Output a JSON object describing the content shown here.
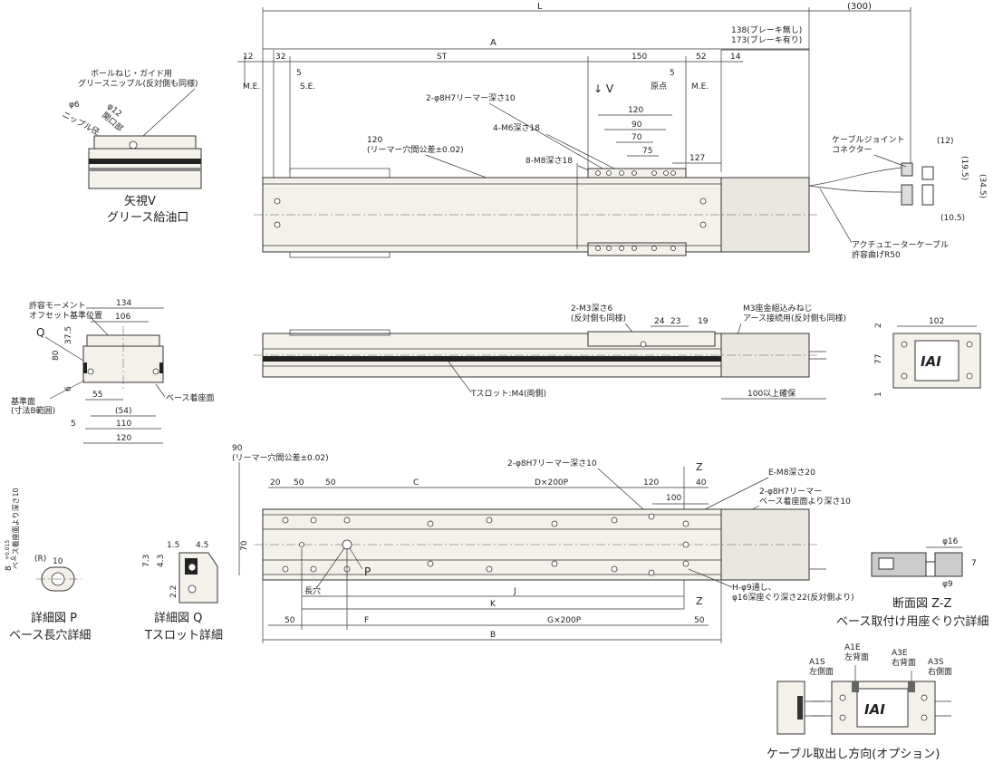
{
  "top_view": {
    "dims": {
      "L": "L",
      "A": "A",
      "d300": "(300)",
      "d12": "12",
      "d32": "32",
      "ST": "ST",
      "d150": "150",
      "d52": "52",
      "d14": "14",
      "d5a": "5",
      "d5b": "5",
      "brake1": "138(ブレーキ無し)",
      "brake2": "173(ブレーキ有り)",
      "me1": "M.E.",
      "se": "S.E.",
      "home": "原点",
      "me2": "M.E.",
      "d120": "120",
      "d90": "90",
      "d70": "70",
      "d75": "75",
      "d127": "127",
      "arrow_v": "↓ V"
    },
    "callouts": {
      "reamer": "2-φ8H7リーマー深さ10",
      "m6": "4-M6深さ18",
      "m8": "8-M8深さ18",
      "d120a": "120",
      "tol": "(リーマー穴間公差±0.02)"
    },
    "cable": {
      "joint1": "ケーブルジョイント",
      "joint2": "コネクター",
      "d12": "(12)",
      "d195": "(19.5)",
      "d345": "(34.5)",
      "d105": "(10.5)",
      "act1": "アクチュエーターケーブル",
      "act2": "許容曲げR50"
    }
  },
  "view_v": {
    "grease1": "ボールねじ・ガイド用",
    "grease2": "グリースニップル(反対側も同様)",
    "phi6": "φ6",
    "nipple": "ニップル径",
    "phi12": "φ12",
    "opening": "開口部",
    "title1": "矢視V",
    "title2": "グリース給油口"
  },
  "end_view": {
    "moment1": "許容モーメント",
    "moment2": "オフセット基準位置",
    "d134": "134",
    "d106": "106",
    "q": "Q",
    "d375": "37.5",
    "d80": "80",
    "d6": "6",
    "ref1": "基準面",
    "ref2": "(寸法B範囲)",
    "d55": "55",
    "d54": "(54)",
    "d5": "5",
    "d110": "110",
    "d120": "120",
    "base": "ベース着座面"
  },
  "side_view": {
    "m3a": "2-M3深さ6",
    "m3b": "(反対側も同様)",
    "d24": "24",
    "d23": "23",
    "d19": "19",
    "gnd1": "M3座金組込みねじ",
    "gnd2": "アース接続用(反対側も同様)",
    "tslot": "Tスロット:M4(両側)",
    "clear": "100以上確保"
  },
  "right_end": {
    "d102": "102",
    "d2": "2",
    "d77": "77",
    "d1": "1",
    "logo": "IAI"
  },
  "bottom_view": {
    "d90": "90",
    "tol": "(リーマー穴間公差±0.02)",
    "reamer": "2-φ8H7リーマー深さ10",
    "z1": "Z",
    "z2": "Z",
    "d20": "20",
    "d50a": "50",
    "d50b": "50",
    "c": "C",
    "dx": "D×200P",
    "d120": "120",
    "d40": "40",
    "d100": "100",
    "em8": "E-M8深さ20",
    "reamer2a": "2-φ8H7リーマー",
    "reamer2b": "ベース着座面より深さ10",
    "d70": "70",
    "p": "P",
    "slot": "長穴",
    "h1": "H-φ9通し、",
    "h2": "φ16深座ぐり深さ22(反対側より)",
    "j": "J",
    "k": "K",
    "d50c": "50",
    "f": "F",
    "gx": "G×200P",
    "d50d": "50",
    "b": "B"
  },
  "detail_p": {
    "depth1": "ベース着座面より深さ10",
    "eight": "8",
    "tol": "+0.015",
    "tol0": "0",
    "r": "(R)",
    "d10": "10",
    "title1": "詳細図 P",
    "title2": "ベース長穴詳細"
  },
  "detail_q": {
    "d15": "1.5",
    "d45": "4.5",
    "d73": "7.3",
    "d43": "4.3",
    "d22": "2.2",
    "title1": "詳細図 Q",
    "title2": "Tスロット詳細"
  },
  "section_z": {
    "phi16": "φ16",
    "d7": "7",
    "phi9": "φ9",
    "title1": "断面図 Z-Z",
    "title2": "ベース取付け用座ぐり穴詳細"
  },
  "cable_dir": {
    "a1s": "A1S",
    "a1s2": "左側面",
    "a1e": "A1E",
    "a1e2": "左背面",
    "a3e": "A3E",
    "a3e2": "右背面",
    "a3s": "A3S",
    "a3s2": "右側面",
    "logo": "IAI",
    "title": "ケーブル取出し方向(オプション)"
  }
}
